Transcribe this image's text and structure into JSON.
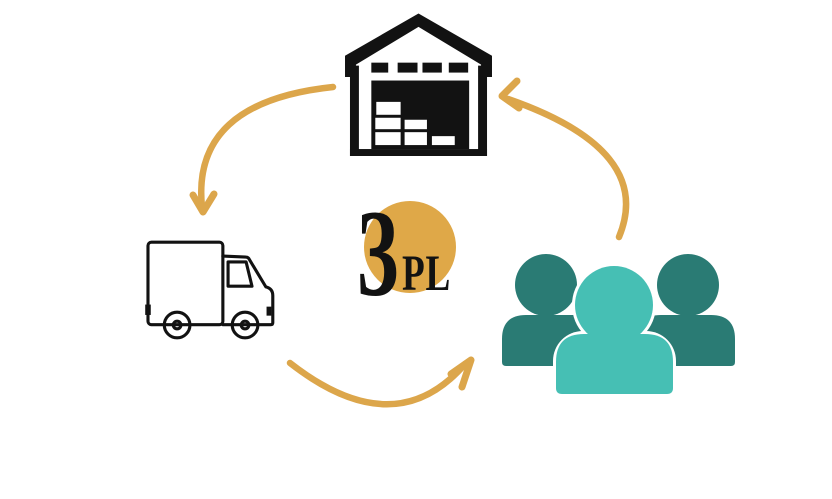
{
  "title": "3PL logistics cycle diagram",
  "background": "#ffffff",
  "colors": {
    "gold": "#DCA64B",
    "gold_circle": "#DFA848",
    "teal_dark": "#2A7B74",
    "teal_light": "#46BFB4",
    "icon_black": "#121212",
    "white": "#ffffff"
  },
  "emblem": {
    "number": "3",
    "suffix": "PL"
  },
  "icons": {
    "top": "warehouse-icon",
    "left": "delivery-truck-icon",
    "right": "customers-group-icon",
    "connectors": "curved-cycle-arrows"
  }
}
